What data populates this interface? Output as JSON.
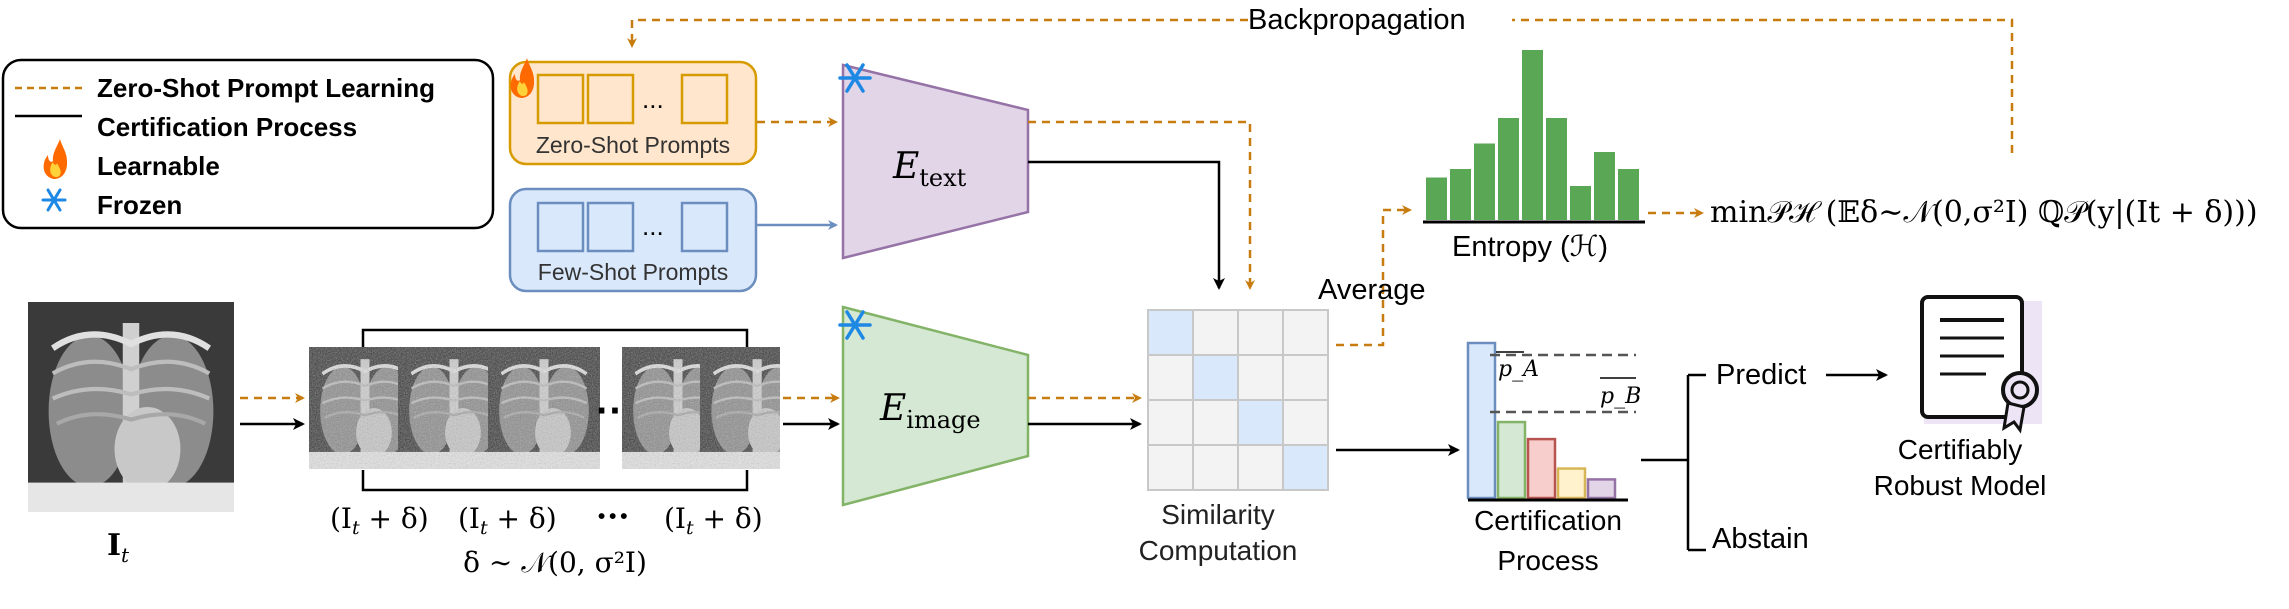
{
  "legend": {
    "items": [
      {
        "label": "Zero-Shot Prompt Learning",
        "icon": "dashed-orange-line-icon"
      },
      {
        "label": "Certification Process",
        "icon": "solid-black-line-icon"
      },
      {
        "label": "Learnable",
        "icon": "flame-icon"
      },
      {
        "label": "Frozen",
        "icon": "snowflake-icon"
      }
    ]
  },
  "labels": {
    "backprop": "Backpropagation",
    "zero_shot": "Zero-Shot Prompts",
    "few_shot": "Few-Shot Prompts",
    "prompt_ellipsis": "...",
    "e_text_main": "E",
    "e_text_sub": "text",
    "e_image_main": "E",
    "e_image_sub": "image",
    "input_main": "I",
    "input_sub": "t",
    "noisy_dots": "···",
    "noisy_label_1": "(I",
    "noisy_label_sub": "t",
    "noisy_label_2": " + δ)",
    "noisy_label_dots": "···",
    "noise_dist": "δ ∼ 𝒩(0, σ²I)",
    "average": "Average",
    "entropy": "Entropy (ℋ)",
    "objective": "min𝒫ℋ (𝔼δ∼𝒩(0,σ²I) ℚ𝒫(y|(It + δ)))",
    "similarity_1": "Similarity",
    "similarity_2": "Computation",
    "cert_1": "Certification",
    "cert_2": "Process",
    "p_a": "p_A",
    "p_b": "p_B",
    "predict": "Predict",
    "abstain": "Abstain",
    "model_1": "Certifiably",
    "model_2": "Robust Model"
  },
  "entropy_histogram": [
    0.25,
    0.3,
    0.45,
    0.6,
    1.0,
    0.6,
    0.2,
    0.4,
    0.3
  ],
  "certification_bars": [
    {
      "value": 1.0,
      "color": "#dae8fc",
      "stroke": "#6c8ebf"
    },
    {
      "value": 0.49,
      "color": "#d5e8d4",
      "stroke": "#82b366"
    },
    {
      "value": 0.38,
      "color": "#f8cecc",
      "stroke": "#b85450"
    },
    {
      "value": 0.19,
      "color": "#fff2cc",
      "stroke": "#d6b656"
    },
    {
      "value": 0.12,
      "color": "#e1d5e7",
      "stroke": "#9673a6"
    }
  ],
  "similarity_highlight": [
    [
      0,
      0
    ],
    [
      1,
      1
    ],
    [
      2,
      2
    ],
    [
      3,
      3
    ]
  ],
  "colors": {
    "orange": "#c77c10",
    "purple_fill": "#e1d5e7",
    "purple_stroke": "#9673a6",
    "green_fill": "#d5e8d4",
    "green_stroke": "#82b366",
    "blue_fill": "#dae8fc",
    "blue_stroke": "#6c8ebf",
    "orange_fill": "#ffe6cc",
    "orange_stroke": "#d79b00",
    "histogram": "#5aa855",
    "snowflake": "#1e88e5"
  }
}
